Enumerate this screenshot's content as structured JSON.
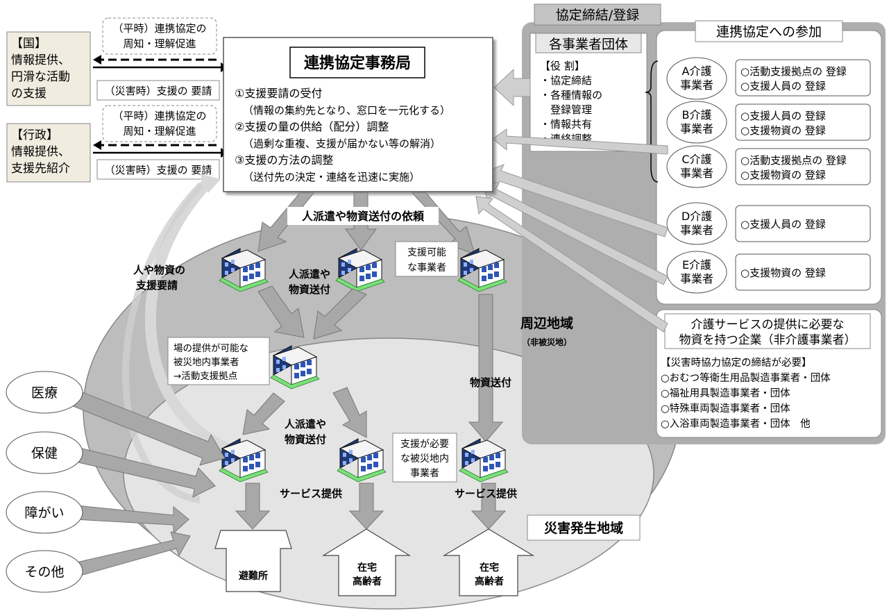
{
  "secretariat": {
    "title": "連携協定事務局",
    "items": [
      "①支援要請の受付",
      "（情報の集約先となり、窓口を一元化する）",
      "②支援の量の供給（配分）調整",
      "（過剰な重複、支援が届かない等の解消）",
      "③支援の方法の調整",
      "（送付先の決定・連絡を迅速に実施）"
    ]
  },
  "national": {
    "heading": "【国】",
    "lines": [
      "情報提供、",
      "円滑な活動",
      "の支援"
    ],
    "normal_note": [
      "（平時）連携協定の",
      "周知・理解促進"
    ],
    "disaster_note": "（災害時）支援の 要請"
  },
  "government": {
    "heading": "【行政】",
    "lines": [
      "情報提供、",
      "支援先紹介"
    ],
    "normal_note": [
      "（平時）連携協定の",
      "周知・理解促進"
    ],
    "disaster_note": "（災害時）支援の 要請"
  },
  "agreement_panel": {
    "tab": "協定締結/登録",
    "org_title": "各事業者団体",
    "role_lines": [
      "【役 割】",
      "・協定締結",
      "・各種情報の",
      "　登録管理",
      "・情報共有",
      "・連絡調整"
    ]
  },
  "participation": {
    "title": "連携協定への参加",
    "providers": [
      {
        "name": [
          "A介護",
          "事業者"
        ],
        "regs": [
          "○活動支援拠点の 登録",
          "○支援人員の 登録"
        ]
      },
      {
        "name": [
          "B介護",
          "事業者"
        ],
        "regs": [
          "○支援人員の 登録",
          "○支援物資の 登録"
        ]
      },
      {
        "name": [
          "C介護",
          "事業者"
        ],
        "regs": [
          "○活動支援拠点の 登録",
          "○支援物資の 登録"
        ]
      },
      {
        "name": [
          "D介護",
          "事業者"
        ],
        "regs": [
          "○支援人員の 登録"
        ]
      },
      {
        "name": [
          "E介護",
          "事業者"
        ],
        "regs": [
          "○支援物資の 登録"
        ]
      }
    ]
  },
  "companies": {
    "title": [
      "介護サービスの提供に必要な",
      "物資を持つ企業（非介護事業者）"
    ],
    "lines": [
      "【災害時協力協定の締結が必要】",
      "○おむつ等衛生用品製造事業者・団体",
      "○福祉用具製造事業者・団体",
      "○特殊車両製造事業者・団体",
      "○入浴車両製造事業者・団体　他"
    ]
  },
  "flow": {
    "dispatch_request": "人派遣や物資送付の依頼",
    "support_request": [
      "人や物資の",
      "支援要請"
    ],
    "dispatch_upper": [
      "人派遣や",
      "物資送付"
    ],
    "dispatch_lower": [
      "人派遣や",
      "物資送付"
    ],
    "supply": "物資送付",
    "service_left": "サービス提供",
    "service_right": "サービス提供",
    "capable_note": [
      "支援可能",
      "な事業者"
    ],
    "base_note": [
      "場の提供が可能な",
      "被災地内事業者",
      "→活動支援拠点"
    ],
    "need_note": [
      "支援が必要",
      "な被災地内",
      "事業者"
    ]
  },
  "areas": {
    "surrounding": "周辺地域",
    "surrounding_sub": "（非被災地）",
    "disaster": "災害発生地域"
  },
  "partners": [
    "医療",
    "保健",
    "障がい",
    "その他"
  ],
  "destinations": [
    {
      "lines": [
        "避難所"
      ]
    },
    {
      "lines": [
        "在宅",
        "高齢者"
      ]
    },
    {
      "lines": [
        "在宅",
        "高齢者"
      ]
    }
  ]
}
